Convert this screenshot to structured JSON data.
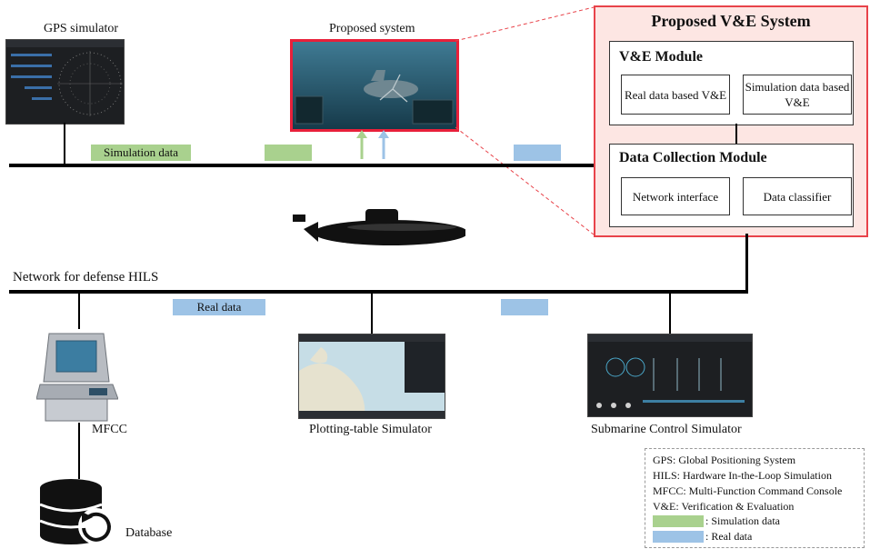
{
  "labels": {
    "gps_simulator": "GPS simulator",
    "proposed_system": "Proposed system",
    "network": "Network for defense HILS",
    "mfcc": "MFCC",
    "plotting": "Plotting-table Simulator",
    "control": "Submarine Control Simulator",
    "database": "Database"
  },
  "tags": {
    "simulation_data": "Simulation data",
    "real_data": "Real data"
  },
  "panel": {
    "title": "Proposed V&E System",
    "ve_module": {
      "title": "V&E Module",
      "cell_left": "Real data based V&E",
      "cell_right": "Simulation data based V&E"
    },
    "dc_module": {
      "title": "Data Collection Module",
      "cell_left": "Network interface",
      "cell_right": "Data classifier"
    }
  },
  "legend": {
    "lines": [
      "GPS: Global Positioning System",
      "HILS: Hardware In-the-Loop Simulation",
      "MFCC: Multi-Function Command Console",
      "V&E: Verification & Evaluation"
    ],
    "simulation": ": Simulation data",
    "real": ": Real data"
  },
  "colors": {
    "simulation": "#a9d18e",
    "real": "#9dc3e6",
    "accent_red": "#e8434a",
    "panel_bg": "#fde6e3"
  }
}
